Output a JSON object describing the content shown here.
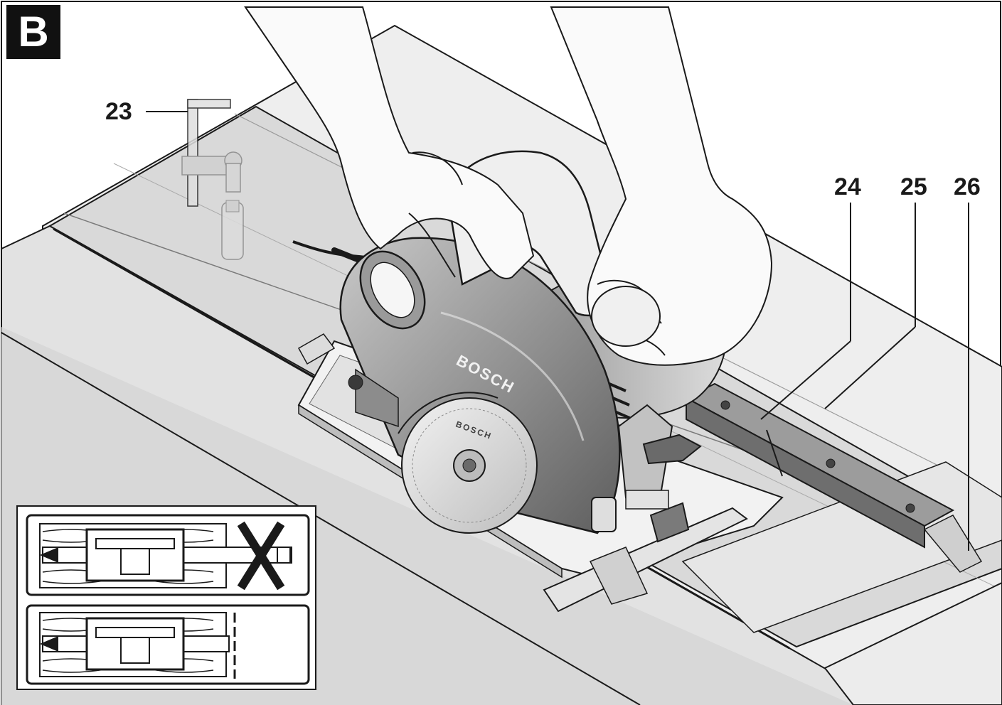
{
  "figure": {
    "letter": "B",
    "callouts": [
      {
        "id": "23",
        "label": "23"
      },
      {
        "id": "24",
        "label": "24"
      },
      {
        "id": "25",
        "label": "25"
      },
      {
        "id": "26",
        "label": "26"
      }
    ],
    "brand_housing": "BOSCH",
    "brand_blade": "BOSCH"
  },
  "colors": {
    "line": "#1a1a1a",
    "board": "#e9e9e9",
    "rail": "#d6d6d6",
    "saw_dark": "#8a8a8a",
    "saw_mid": "#b5b5b5",
    "hand": "#f7f7f7"
  }
}
